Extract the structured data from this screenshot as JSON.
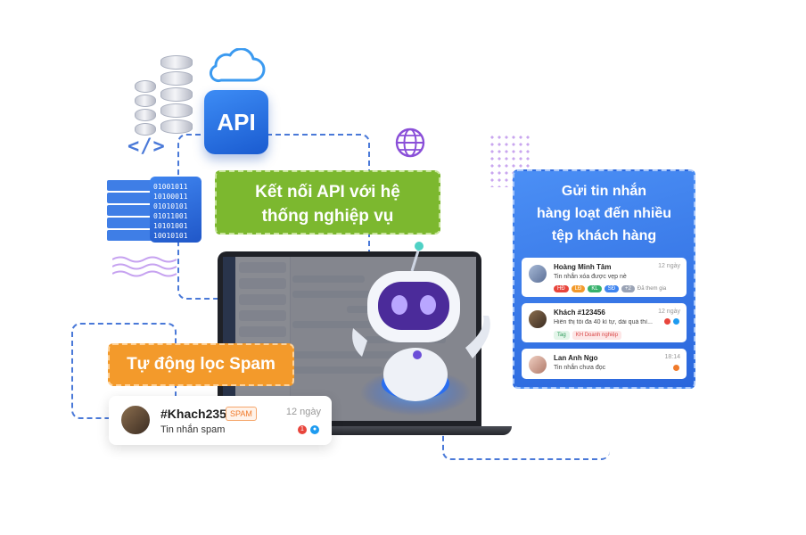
{
  "api_icon": {
    "label": "API"
  },
  "code_icon": {
    "label": "</>"
  },
  "binary": {
    "lines": [
      "01001011",
      "10100011",
      "01010101",
      "01011001",
      "10101001",
      "10010101"
    ]
  },
  "api_banner": {
    "line1": "Kết nối API với hệ",
    "line2": "thống nghiệp vụ",
    "color": "#7cb82f"
  },
  "spam_banner": {
    "label": "Tự động lọc Spam",
    "color": "#f39a2b"
  },
  "spam_card": {
    "name": "#Khach235",
    "badge": "SPAM",
    "time": "12 ngày",
    "message": "Tin nhắn spam",
    "indicator_1": "1"
  },
  "broadcast_panel": {
    "line1": "Gửi tin nhắn",
    "line2": "hàng loạt đến nhiều",
    "line3": "tệp khách hàng",
    "color": "#3a7ce8",
    "conversations": [
      {
        "name": "Hoàng Minh Tâm",
        "time": "12 ngày",
        "message": "Tin nhắn xóa được vẹp nè",
        "tags": [
          "HĐ",
          "LĐ",
          "KL",
          "SĐ"
        ],
        "more": "+2",
        "more_label": "Đã them gia"
      },
      {
        "name": "Khách #123456",
        "time": "12 ngày",
        "message": "Hiển thị tối đa 40 kí tự, dài quá thì...",
        "pills": [
          "Tag",
          "KH Doanh nghiệp"
        ]
      },
      {
        "name": "Lan Anh Ngo",
        "time": "18:14",
        "message": "Tin nhắn chưa đọc"
      }
    ]
  },
  "colors": {
    "accent_blue": "#4a79d8",
    "robot_eye": "#7c4dff",
    "spam_red": "#e8453c"
  }
}
